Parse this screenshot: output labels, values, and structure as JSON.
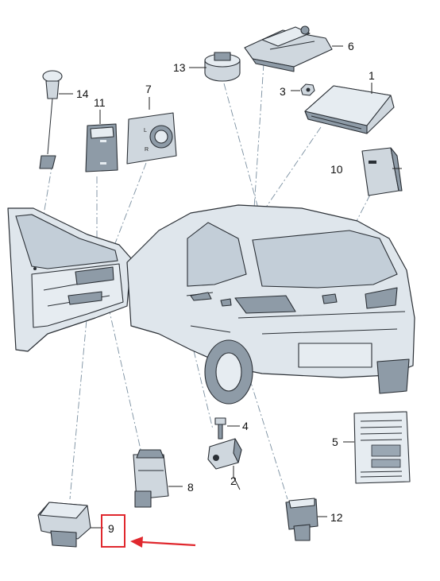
{
  "callouts": {
    "c1": "1",
    "c2": "2",
    "c3": "3",
    "c4": "4",
    "c5": "5",
    "c6": "6",
    "c7": "7",
    "c8": "8",
    "c9": "9",
    "c10": "10",
    "c11": "11",
    "c12": "12",
    "c13": "13",
    "c14": "14"
  },
  "highlight": {
    "target_callout": "9",
    "box_color": "#e0282e",
    "arrow_color": "#e0282e"
  },
  "colors": {
    "part_fill": "#cfd7de",
    "outline": "#2a2f35",
    "leader_dashed": "#7a8fa0"
  }
}
